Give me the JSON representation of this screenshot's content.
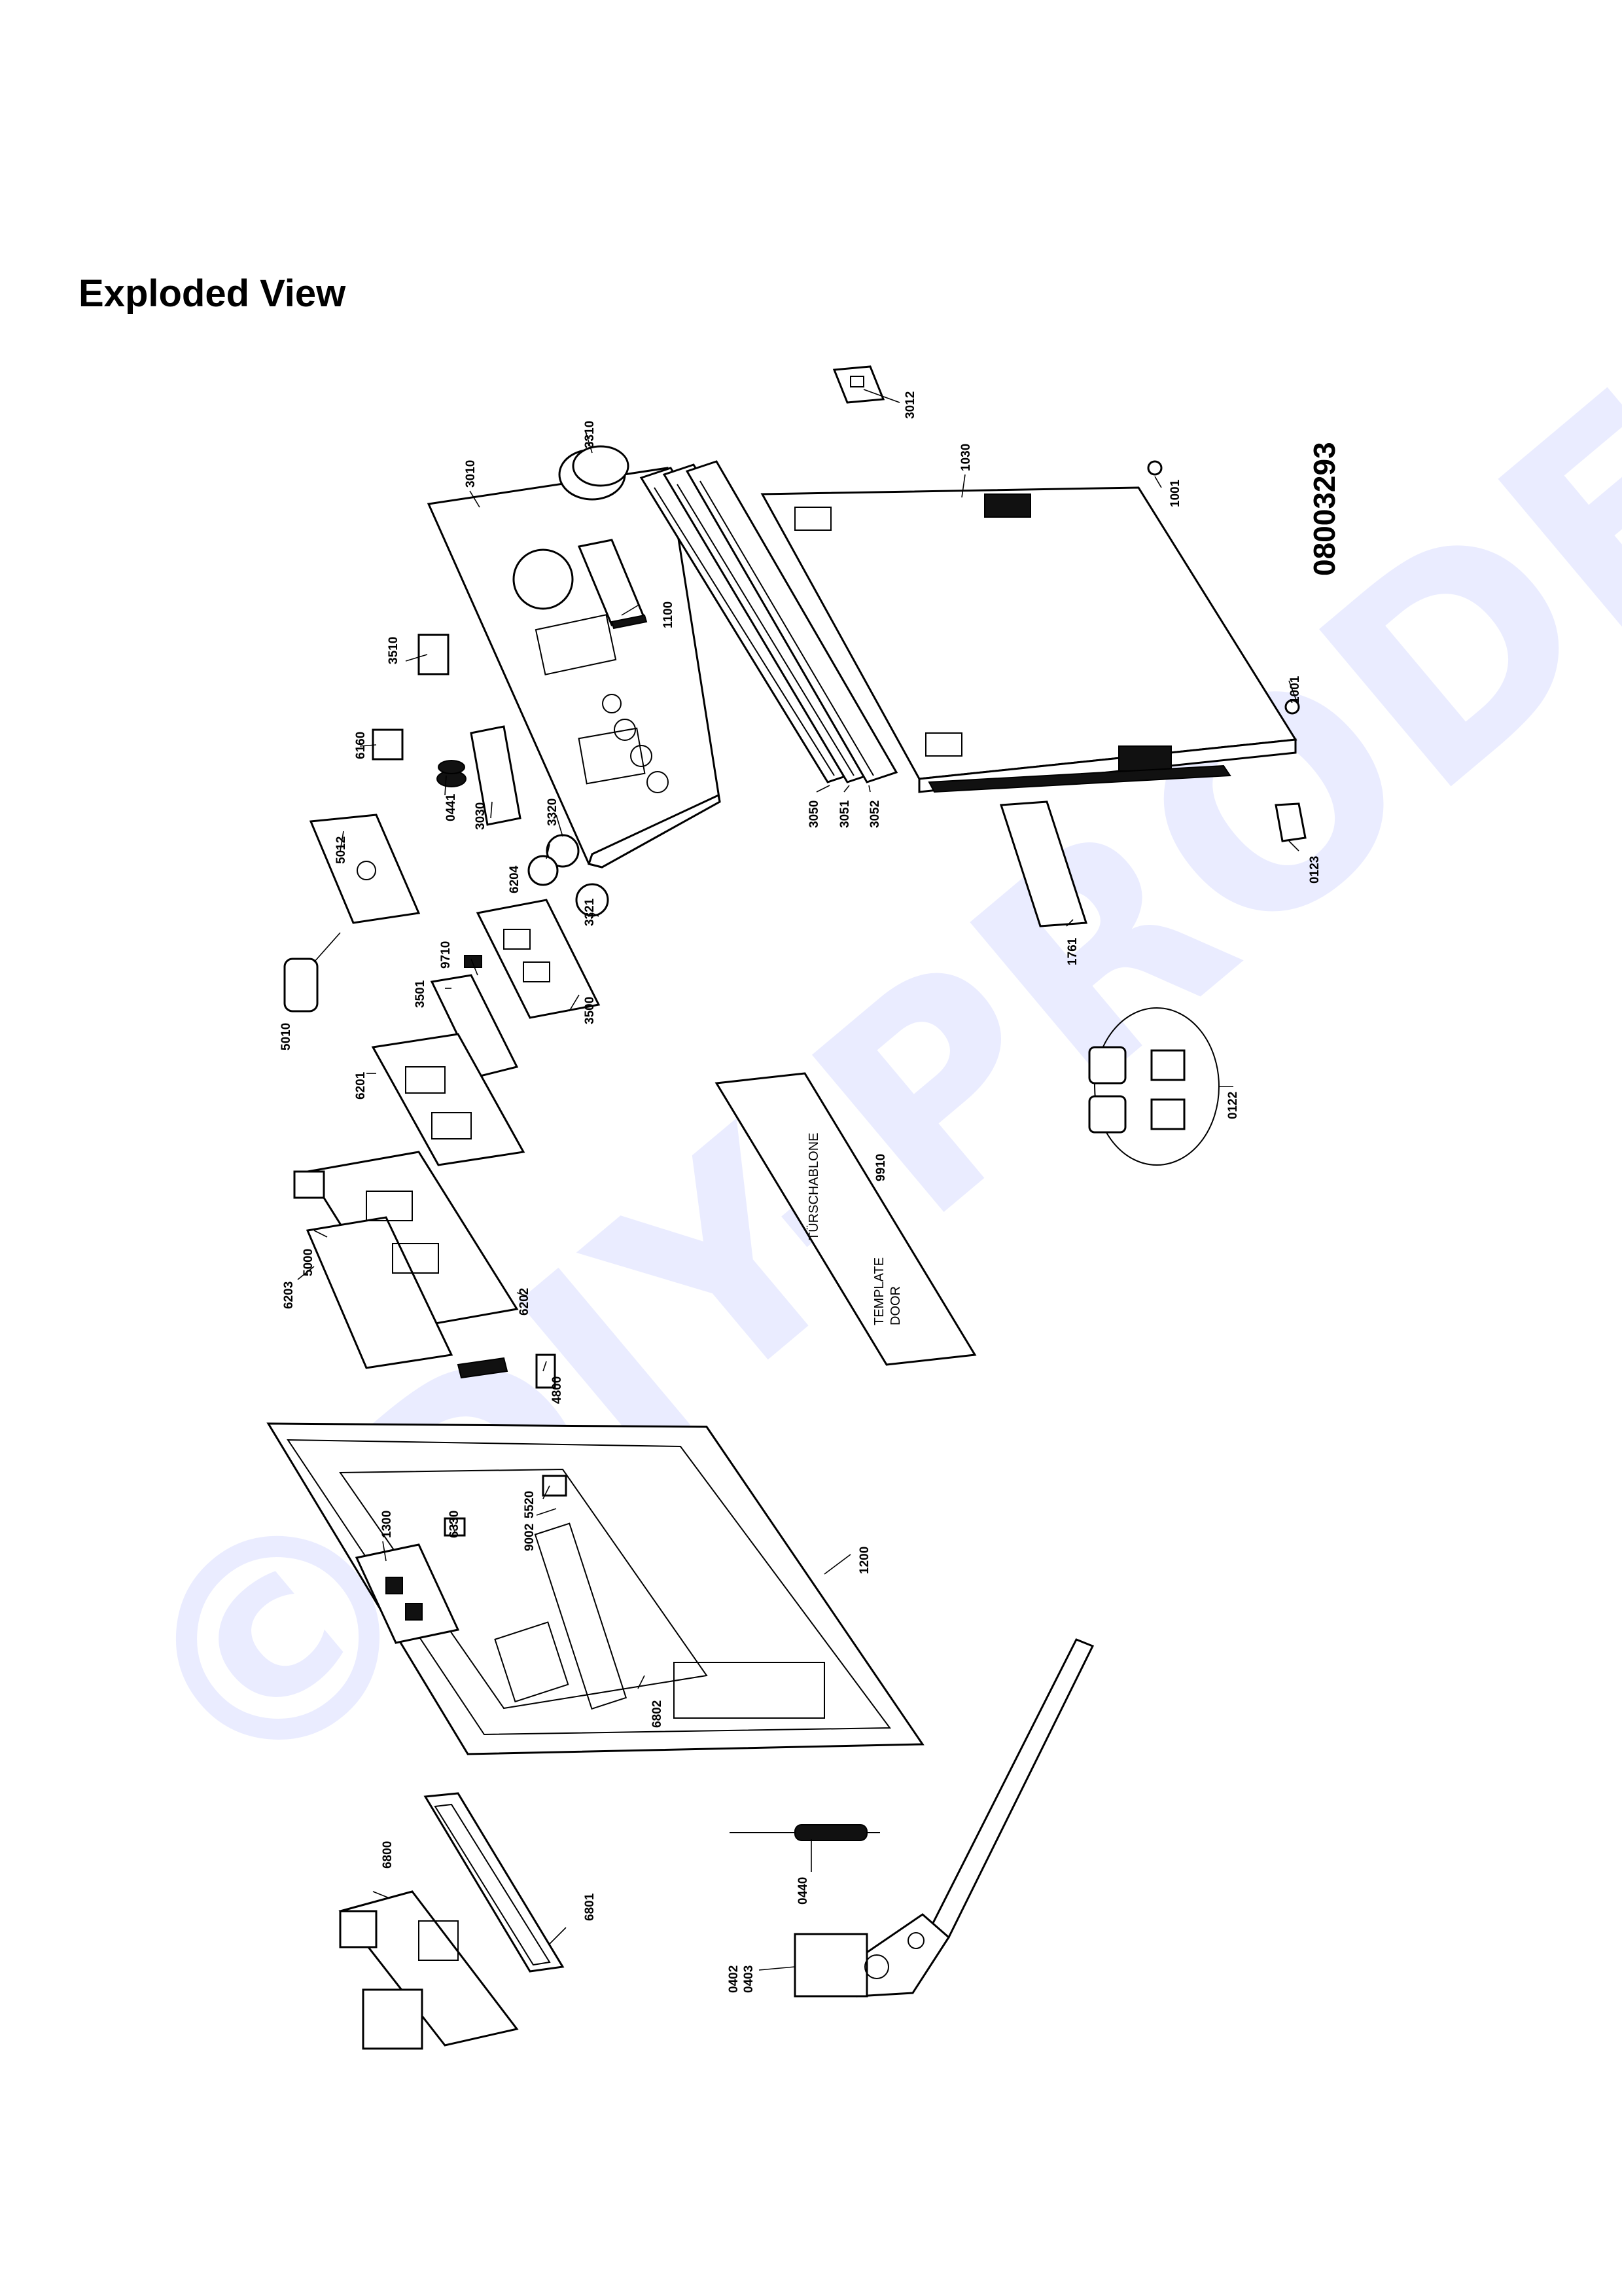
{
  "page": {
    "heading": "Exploded View",
    "document_number": "08003293"
  },
  "watermark": {
    "text": "©DIY-PRODEJ.cz",
    "color": "#d9dcff"
  },
  "template": {
    "line1": "TÜRSCHABLONE",
    "line2": "TEMPLATE",
    "line3": "DOOR",
    "part_no": "9910"
  },
  "labels": {
    "p3010": "3010",
    "p3310": "3310",
    "p3012": "3012",
    "p1030": "1030",
    "p1001a": "1001",
    "p1001b": "1001",
    "p3510": "3510",
    "p1100": "1100",
    "p6160": "6160",
    "p0441": "0441",
    "p3030": "3030",
    "p3320": "3320",
    "p6204": "6204",
    "p3321": "3321",
    "p5012": "5012",
    "p3050": "3050",
    "p3051": "3051",
    "p3052": "3052",
    "p0123": "0123",
    "p1761": "1761",
    "p9710": "9710",
    "p3501": "3501",
    "p3500": "3500",
    "p5010": "5010",
    "p6201": "6201",
    "p0122": "0122",
    "p6203": "6203",
    "p5000": "5000",
    "p6202": "6202",
    "p4800": "4800",
    "p1300": "1300",
    "p6330": "6330",
    "p5520": "5520",
    "p9002": "9002",
    "p1200": "1200",
    "p6802": "6802",
    "p6800": "6800",
    "p6801": "6801",
    "p0440": "0440",
    "p0402": "0402",
    "p0403": "0403"
  }
}
